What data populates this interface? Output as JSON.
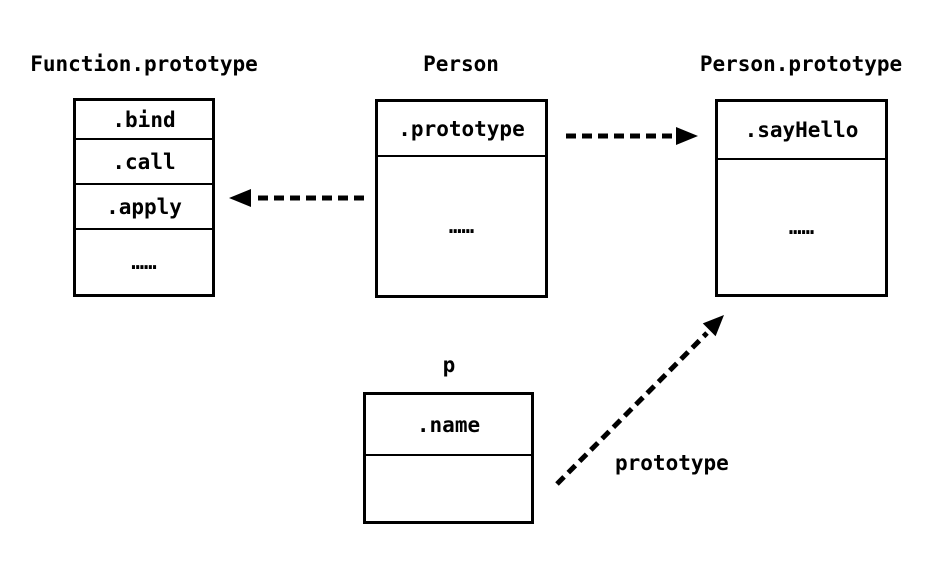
{
  "canvas": {
    "background": "#ffffff",
    "line_color": "#000000",
    "text_color": "#000000"
  },
  "boxes": {
    "function_prototype": {
      "title": "Function.prototype",
      "rows": [
        ".bind",
        ".call",
        ".apply",
        "……"
      ]
    },
    "person": {
      "title": "Person",
      "rows": [
        ".prototype",
        "……"
      ]
    },
    "person_prototype": {
      "title": "Person.prototype",
      "rows": [
        ".sayHello",
        "……"
      ]
    },
    "p": {
      "title": "p",
      "rows": [
        ".name",
        ""
      ]
    }
  },
  "arrows": {
    "person_to_function_prototype": {
      "from": "Person",
      "to": "Function.prototype",
      "style": "dashed",
      "label": ""
    },
    "person_to_person_prototype": {
      "from": "Person",
      "to": "Person.prototype",
      "style": "dashed",
      "label": ""
    },
    "p_to_person_prototype": {
      "from": "p",
      "to": "Person.prototype",
      "style": "dashed",
      "label": "prototype"
    }
  },
  "labels": {
    "prototype_edge": "prototype"
  }
}
